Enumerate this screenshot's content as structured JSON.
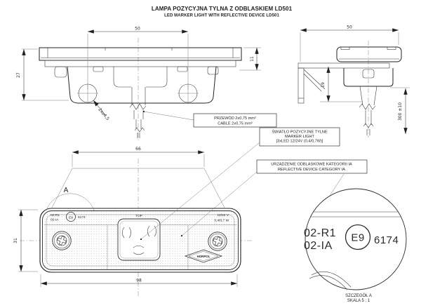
{
  "title": {
    "line1": "LAMPA POZYCYJNA TYLNA Z ODBLASKIEM LD501",
    "line2": "LED MARKER LIGHT WITH REFLECTIVE DEVICE LD501"
  },
  "dimensions": {
    "side_width": "50",
    "side_height": "27",
    "side_lens_height": "11",
    "mount_holes": "2x⌀4,5",
    "bracket_width": "50",
    "bracket_height": "19",
    "cable_length": "300 ±10",
    "front_lens_width": "66",
    "front_height": "31",
    "front_width": "98"
  },
  "callouts": {
    "cable_line1": "PRZEWÓD 2x0,75 mm²",
    "cable_line2": "CABLE 2x0,75 mm²",
    "light_line1": "ŚWIATŁO POZYCYJNE TYLNE",
    "light_line2": "MARKER LIGHT",
    "light_line3": "[3xLED 12/24V (0,4/0,7W)]",
    "reflective_line1": "URZĄDZENIE ODBLASKOWE KATEGORII IA",
    "reflective_line2": "REFLECTIVE DEVICE CATEGORY IA"
  },
  "lamp_face": {
    "approval_line1": "02-R1",
    "approval_line2": "02-IA",
    "e_mark": "E9",
    "approval_number": "6174",
    "top_marking": "TOP",
    "voltage": "12/24 V",
    "power": "0,4/0,7 W",
    "brand": "HORPOL"
  },
  "detail": {
    "view_letter": "A",
    "approval_line1": "02-R1",
    "approval_line2": "02-IA",
    "e_mark": "E9",
    "approval_number": "6174",
    "caption_line1": "SZCZEGÓŁ A",
    "caption_line2": "SKALA 5 : 1"
  },
  "colors": {
    "line": "#1f1f1f",
    "light_line": "#777777",
    "background": "#ffffff"
  }
}
